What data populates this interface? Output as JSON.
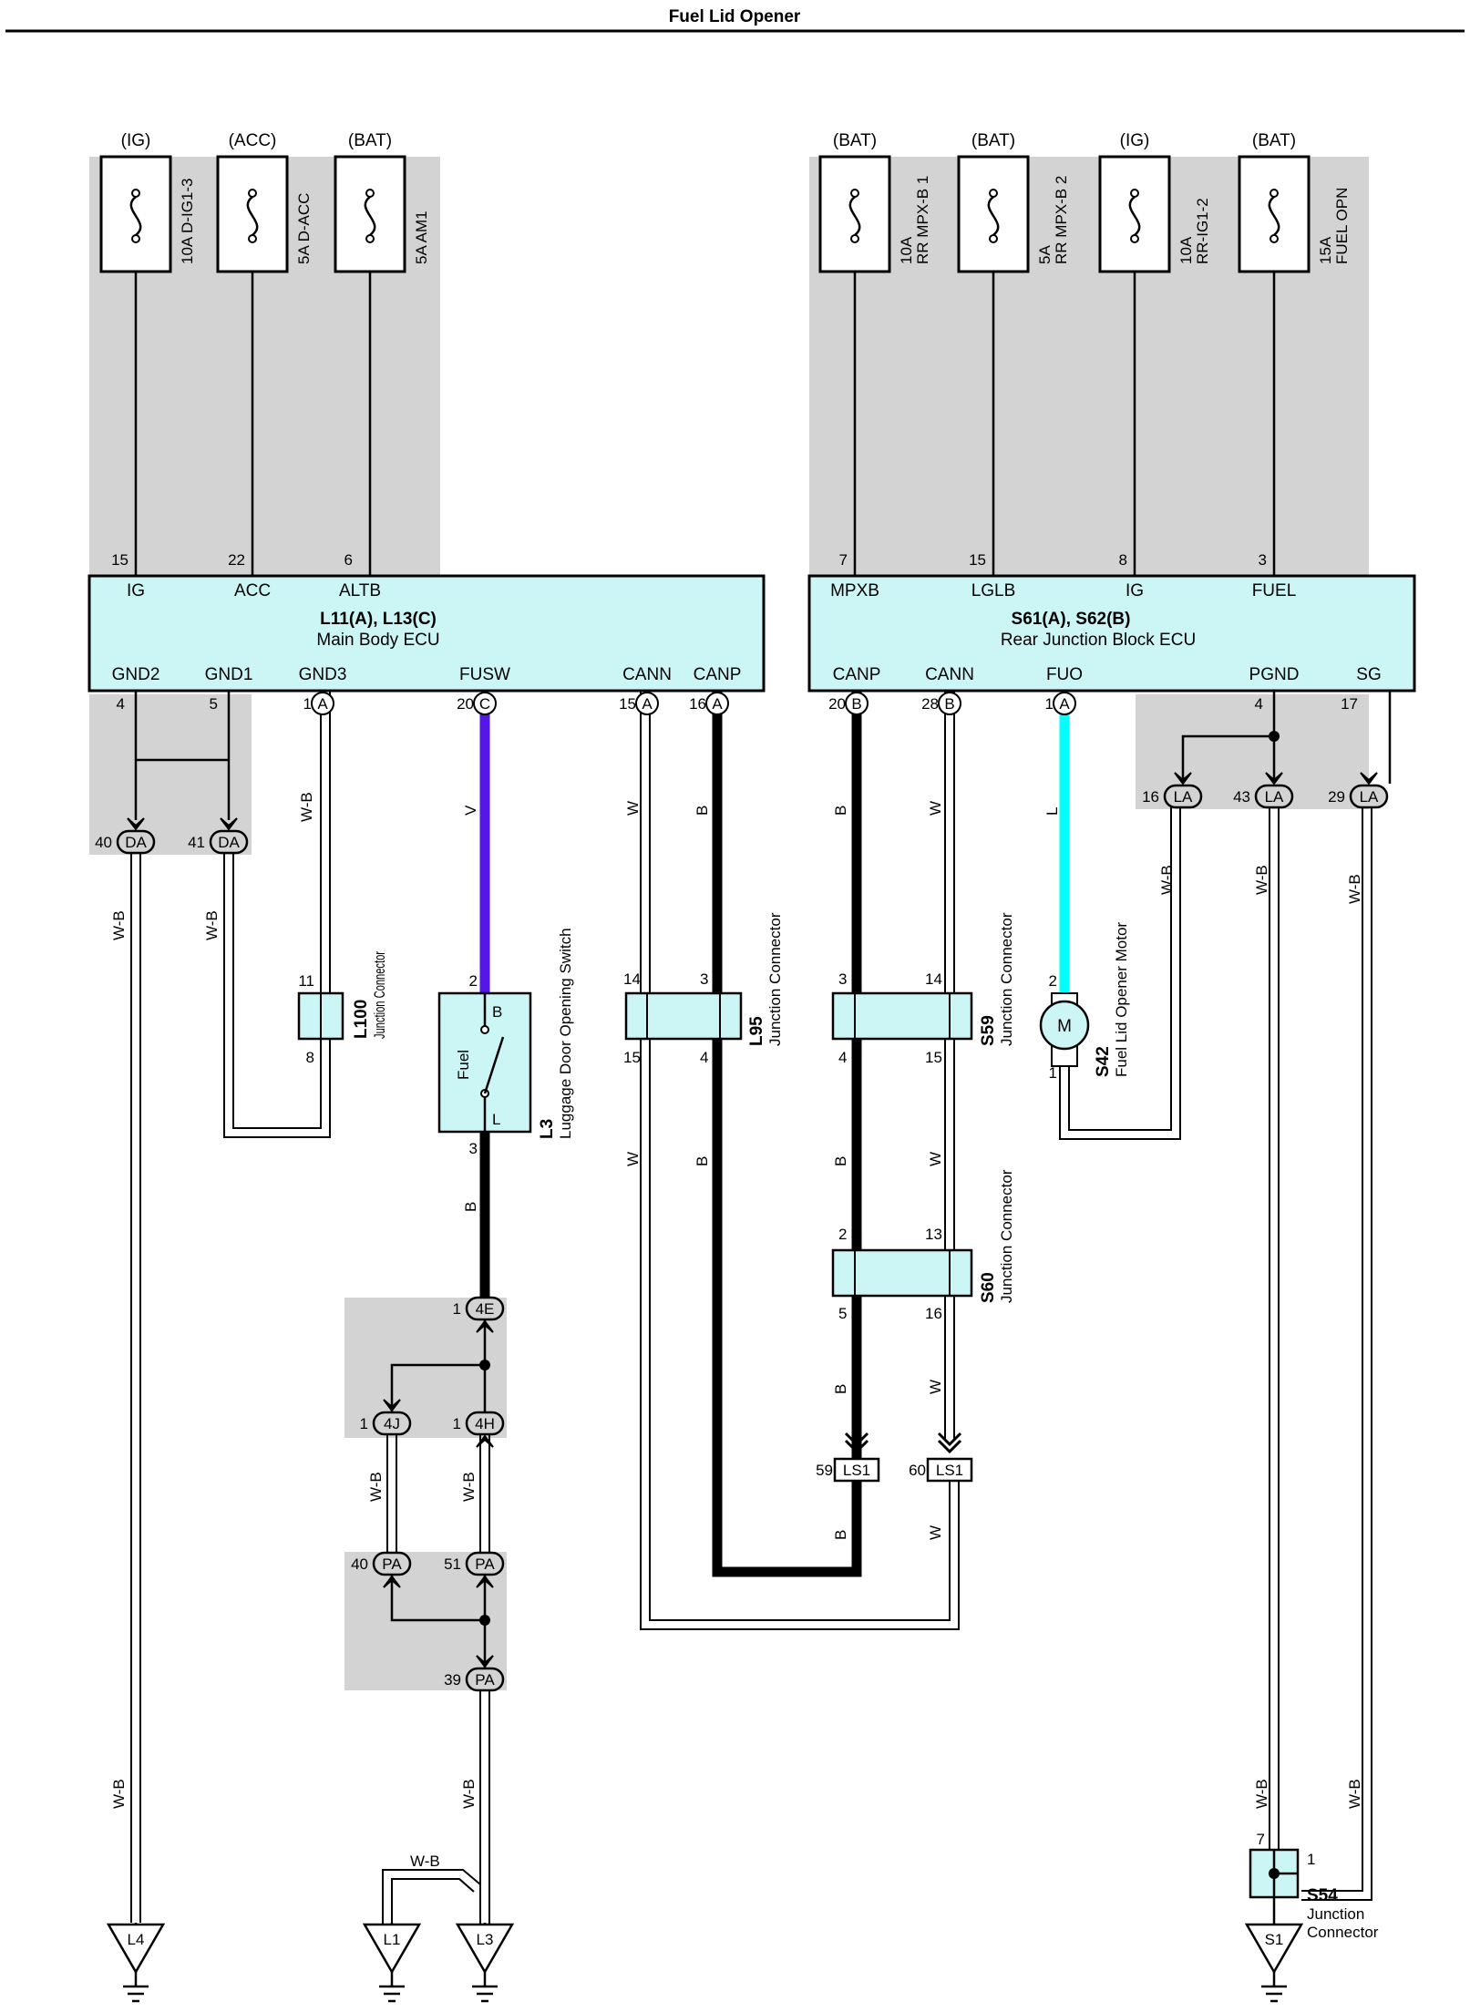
{
  "title": "Fuel Lid Opener",
  "colors": {
    "ecu_fill": "#ccf6f6",
    "shade": "#d3d3d3",
    "violet": "#5516e8",
    "cyan": "#00ffff",
    "white_wire": "#ffffff",
    "black_wire": "#000000"
  },
  "fuses": [
    {
      "power": "(IG)",
      "rating": "10A D-IG1-3"
    },
    {
      "power": "(ACC)",
      "rating": "5A D-ACC"
    },
    {
      "power": "(BAT)",
      "rating": "5A AM1"
    },
    {
      "power": "(BAT)",
      "rating": "10A",
      "name": "RR MPX-B 1"
    },
    {
      "power": "(BAT)",
      "rating": "5A",
      "name": "RR MPX-B 2"
    },
    {
      "power": "(IG)",
      "rating": "10A",
      "name": "RR-IG1-2"
    },
    {
      "power": "(BAT)",
      "rating": "15A",
      "name": "FUEL OPN"
    }
  ],
  "ecu1": {
    "title": "L11(A), L13(C)",
    "name": "Main Body ECU",
    "top_pins": [
      {
        "num": "15",
        "label": "IG"
      },
      {
        "num": "22",
        "label": "ACC"
      },
      {
        "num": "6",
        "label": "ALTB"
      }
    ],
    "bottom_pins": [
      {
        "label": "GND2",
        "num": "4",
        "conn": ""
      },
      {
        "label": "GND1",
        "num": "5",
        "conn": ""
      },
      {
        "label": "GND3",
        "num": "1",
        "conn": "A"
      },
      {
        "label": "FUSW",
        "num": "20",
        "conn": "C"
      },
      {
        "label": "CANN",
        "num": "15",
        "conn": "A"
      },
      {
        "label": "CANP",
        "num": "16",
        "conn": "A"
      }
    ]
  },
  "ecu2": {
    "title": "S61(A), S62(B)",
    "name": "Rear Junction Block ECU",
    "top_pins": [
      {
        "num": "7",
        "label": "MPXB"
      },
      {
        "num": "15",
        "label": "LGLB"
      },
      {
        "num": "8",
        "label": "IG"
      },
      {
        "num": "3",
        "label": "FUEL"
      }
    ],
    "bottom_pins": [
      {
        "label": "CANP",
        "num": "20",
        "conn": "B"
      },
      {
        "label": "CANN",
        "num": "28",
        "conn": "B"
      },
      {
        "label": "FUO",
        "num": "1",
        "conn": "A"
      },
      {
        "label": "PGND",
        "num": "4",
        "conn": ""
      },
      {
        "label": "SG",
        "num": "17",
        "conn": ""
      }
    ]
  },
  "wire_colors": {
    "wb": "W-B",
    "v": "V",
    "w": "W",
    "b": "B",
    "l": "L"
  },
  "connectors": {
    "da40": {
      "num": "40",
      "code": "DA"
    },
    "da41": {
      "num": "41",
      "code": "DA"
    },
    "la16": {
      "num": "16",
      "code": "LA"
    },
    "la43": {
      "num": "43",
      "code": "LA"
    },
    "la29": {
      "num": "29",
      "code": "LA"
    },
    "c4e": {
      "num": "1",
      "code": "4E"
    },
    "c4j": {
      "num": "1",
      "code": "4J"
    },
    "c4h": {
      "num": "1",
      "code": "4H"
    },
    "pa40": {
      "num": "40",
      "code": "PA"
    },
    "pa51": {
      "num": "51",
      "code": "PA"
    },
    "pa39": {
      "num": "39",
      "code": "PA"
    },
    "ls1_59": {
      "num": "59",
      "code": "LS1"
    },
    "ls1_60": {
      "num": "60",
      "code": "LS1"
    }
  },
  "components": {
    "l100": {
      "code": "L100",
      "name": "Junction Connector",
      "pin_top": "11",
      "pin_bottom": "8"
    },
    "l3": {
      "code": "L3",
      "name": "Luggage Door Opening Switch",
      "inner": "Fuel",
      "pin_top": "2",
      "pin_bottom": "3",
      "term_b": "B",
      "term_l": "L"
    },
    "l95": {
      "code": "L95",
      "name": "Junction Connector",
      "pins": [
        "14",
        "3",
        "15",
        "4"
      ]
    },
    "s59": {
      "code": "S59",
      "name": "Junction Connector",
      "pins": [
        "3",
        "14",
        "4",
        "15"
      ]
    },
    "s60": {
      "code": "S60",
      "name": "Junction Connector",
      "pins": [
        "2",
        "13",
        "5",
        "16"
      ]
    },
    "s42": {
      "code": "S42",
      "name": "Fuel Lid Opener Motor",
      "inner": "M",
      "pin_top": "2",
      "pin_bottom": "1"
    },
    "s54": {
      "code": "S54",
      "name": "Junction",
      "name2": "Connector",
      "pin_left": "7",
      "pin_right": "1"
    }
  },
  "grounds": [
    {
      "label": "L4"
    },
    {
      "label": "L1"
    },
    {
      "label": "L3"
    },
    {
      "label": "S1"
    }
  ]
}
